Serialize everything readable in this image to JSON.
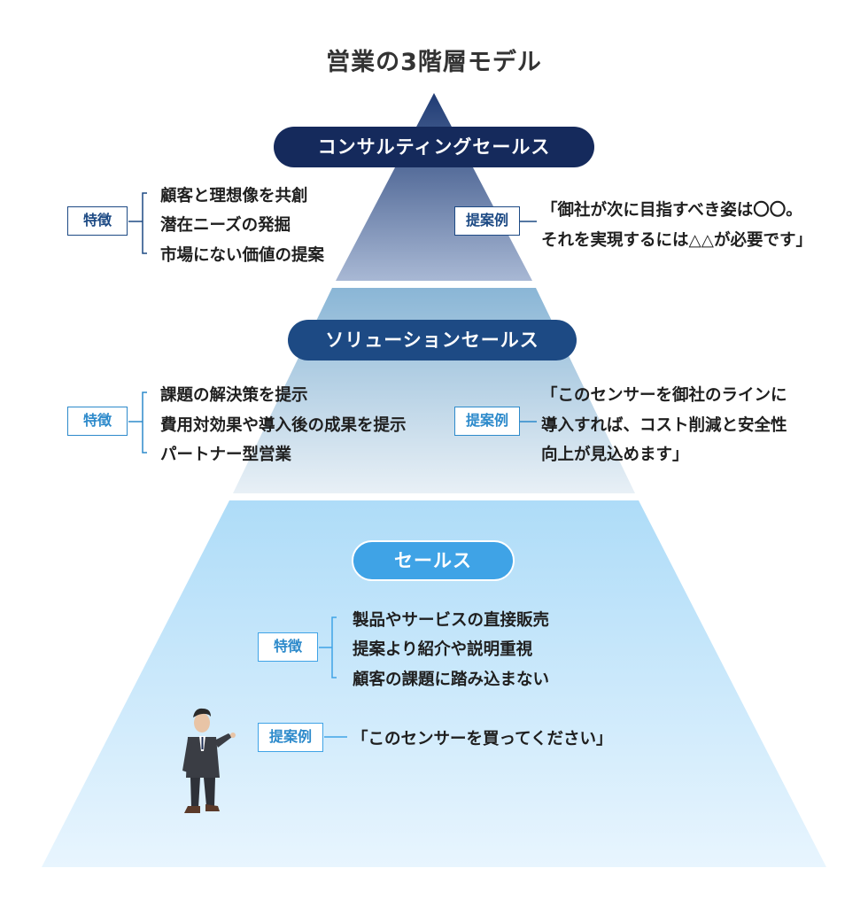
{
  "title": "営業の3階層モデル",
  "levels": [
    {
      "name": "コンサルティングセールス",
      "feature_tag": "特徴",
      "features": [
        "顧客と理想像を共創",
        "潜在ニーズの発掘",
        "市場にない価値の提案"
      ],
      "example_tag": "提案例",
      "example": [
        "「御社が次に目指すべき姿は〇〇。",
        "それを実現するには△△が必要です」"
      ]
    },
    {
      "name": "ソリューションセールス",
      "feature_tag": "特徴",
      "features": [
        "課題の解決策を提示",
        "費用対効果や導入後の成果を提示",
        "パートナー型営業"
      ],
      "example_tag": "提案例",
      "example": [
        "「このセンサーを御社のラインに",
        "導入すれば、コスト削減と安全性",
        "向上が見込めます」"
      ]
    },
    {
      "name": "セールス",
      "feature_tag": "特徴",
      "features": [
        "製品やサービスの直接販売",
        "提案より紹介や説明重視",
        "顧客の課題に踏み込まない"
      ],
      "example_tag": "提案例",
      "example": [
        "「このセンサーを買ってください」"
      ]
    }
  ],
  "colors": {
    "top_tier_dark": "#152a5c",
    "mid_tier_accent": "#1d4a84",
    "bottom_tier_accent": "#3fa3e6"
  },
  "icons": [
    "salesperson-figure-icon"
  ]
}
